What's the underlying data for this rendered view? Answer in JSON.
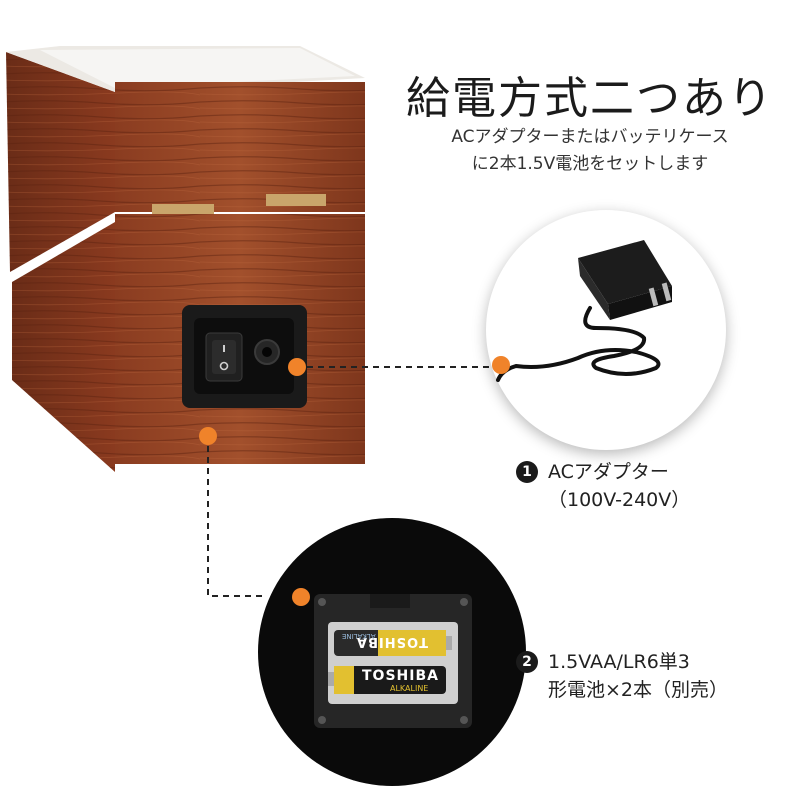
{
  "title": "給電方式二つあり",
  "subtitle": {
    "line1": "ACアダプターまたはバッテリケース",
    "line2": "に2本1.5V電池をセットします"
  },
  "callouts": [
    {
      "number": "1",
      "line1": "ACアダプター",
      "line2": "（100V-240V）"
    },
    {
      "number": "2",
      "line1": "1.5VAA/LR6単3",
      "line2": "形電池×2本（別売）"
    }
  ],
  "battery": {
    "top_brand": "TOSHIBA",
    "top_sub": "ALKALINE",
    "bottom_brand": "TOSHIBA",
    "bottom_sub": "ALKALINE"
  },
  "colors": {
    "accent_dot": "#f0832a",
    "wood_dark": "#6e2f1a",
    "wood_light": "#9c4a2a"
  },
  "icons": [
    "power-switch-icon",
    "dc-jack-icon",
    "ac-adapter-icon",
    "battery-icon"
  ]
}
